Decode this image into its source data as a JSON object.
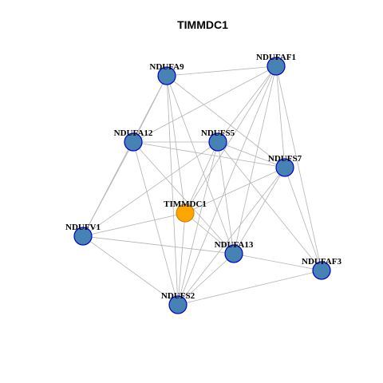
{
  "title": "TIMMDC1",
  "colors": {
    "hub_fill": "#FFA500",
    "hub_stroke": "#C58A00",
    "node_fill": "#4682B4",
    "node_stroke": "#0000CD",
    "edge": "#B3B3B3",
    "background": "#FFFFFF"
  },
  "nodes": [
    {
      "id": "TIMMDC1",
      "label": "TIMMDC1",
      "role": "hub"
    },
    {
      "id": "NDUFA9",
      "label": "NDUFA9",
      "role": "partner"
    },
    {
      "id": "NDUFAF1",
      "label": "NDUFAF1",
      "role": "partner"
    },
    {
      "id": "NDUFA12",
      "label": "NDUFA12",
      "role": "partner"
    },
    {
      "id": "NDUFS5",
      "label": "NDUFS5",
      "role": "partner"
    },
    {
      "id": "NDUFS7",
      "label": "NDUFS7",
      "role": "partner"
    },
    {
      "id": "NDUFV1",
      "label": "NDUFV1",
      "role": "partner"
    },
    {
      "id": "NDUFA13",
      "label": "NDUFA13",
      "role": "partner"
    },
    {
      "id": "NDUFAF3",
      "label": "NDUFAF3",
      "role": "partner"
    },
    {
      "id": "NDUFS2",
      "label": "NDUFS2",
      "role": "partner"
    }
  ],
  "edges": [
    [
      "NDUFA9",
      "NDUFAF1"
    ],
    [
      "NDUFA9",
      "NDUFA12"
    ],
    [
      "NDUFA9",
      "NDUFV1"
    ],
    [
      "NDUFA9",
      "NDUFS7"
    ],
    [
      "NDUFA9",
      "NDUFA13"
    ],
    [
      "NDUFA9",
      "TIMMDC1"
    ],
    [
      "NDUFA9",
      "NDUFS2"
    ],
    [
      "NDUFAF1",
      "NDUFA12"
    ],
    [
      "NDUFAF1",
      "NDUFS5"
    ],
    [
      "NDUFAF1",
      "NDUFS7"
    ],
    [
      "NDUFAF1",
      "TIMMDC1"
    ],
    [
      "NDUFAF1",
      "NDUFA13"
    ],
    [
      "NDUFAF1",
      "NDUFAF3"
    ],
    [
      "NDUFAF1",
      "NDUFS2"
    ],
    [
      "NDUFA12",
      "NDUFS5"
    ],
    [
      "NDUFA12",
      "NDUFS7"
    ],
    [
      "NDUFA12",
      "NDUFV1"
    ],
    [
      "NDUFA12",
      "NDUFA13"
    ],
    [
      "NDUFA12",
      "NDUFS2"
    ],
    [
      "NDUFS5",
      "NDUFS7"
    ],
    [
      "NDUFS5",
      "TIMMDC1"
    ],
    [
      "NDUFS5",
      "NDUFA13"
    ],
    [
      "NDUFS5",
      "NDUFAF3"
    ],
    [
      "NDUFS5",
      "NDUFS2"
    ],
    [
      "NDUFS5",
      "NDUFV1"
    ],
    [
      "NDUFS7",
      "TIMMDC1"
    ],
    [
      "NDUFS7",
      "NDUFA13"
    ],
    [
      "NDUFS7",
      "NDUFAF3"
    ],
    [
      "NDUFS7",
      "NDUFS2"
    ],
    [
      "NDUFV1",
      "TIMMDC1"
    ],
    [
      "NDUFV1",
      "NDUFA13"
    ],
    [
      "NDUFV1",
      "NDUFS2"
    ],
    [
      "TIMMDC1",
      "NDUFA13"
    ],
    [
      "TIMMDC1",
      "NDUFS2"
    ],
    [
      "NDUFA13",
      "NDUFAF3"
    ],
    [
      "NDUFA13",
      "NDUFS2"
    ],
    [
      "NDUFAF3",
      "NDUFS2"
    ]
  ]
}
